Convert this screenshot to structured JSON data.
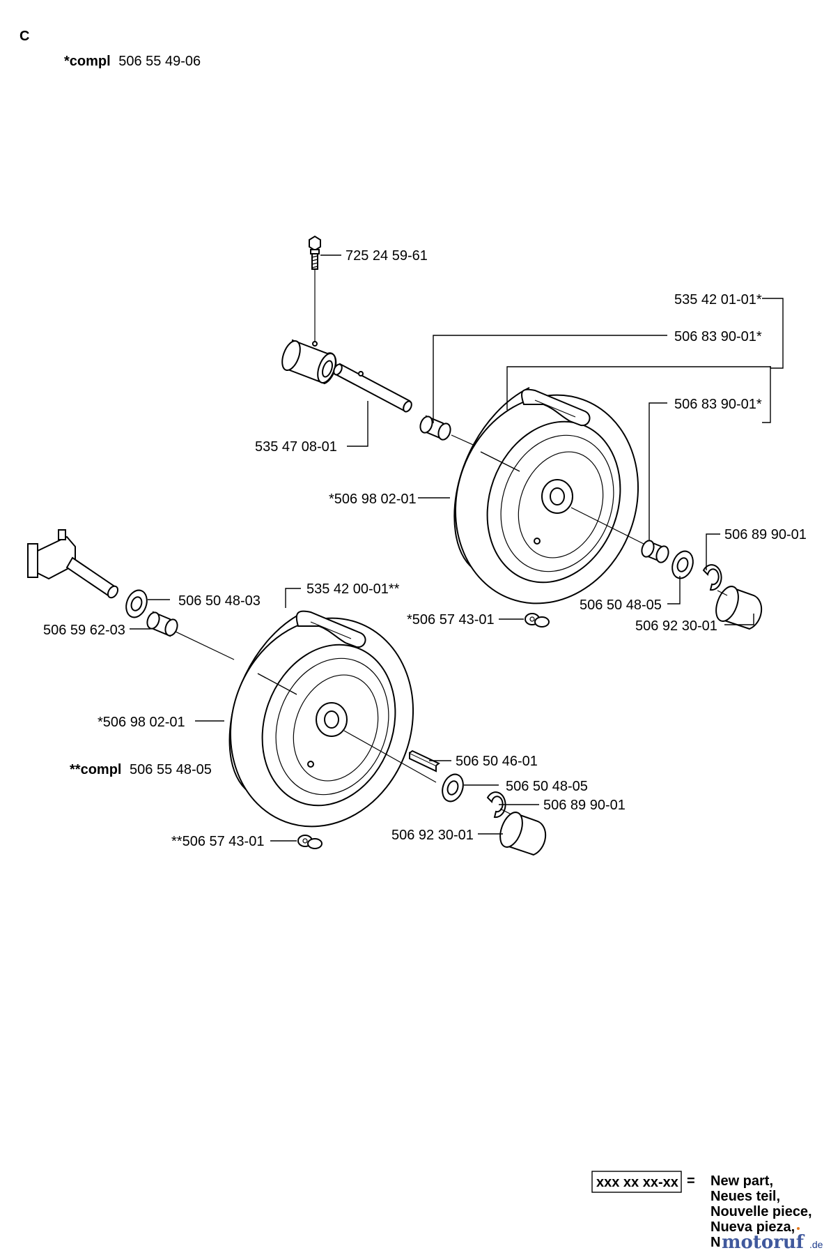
{
  "section_letter": "C",
  "assembly_1": {
    "prefix": "*compl",
    "number": "506 55 49-06"
  },
  "assembly_2": {
    "prefix": "**compl",
    "number": "506 55 48-05"
  },
  "labels": {
    "bolt": "725 24 59-61",
    "wheel_kit_right": "535 42 01-01*",
    "bushing_right_inner": "506 83 90-01*",
    "bushing_right_outer": "506 83 90-01*",
    "axle": "535 47 08-01",
    "wheel_right": "*506 98 02-01",
    "clip_right": "506 89 90-01",
    "washer_right": "506 50 48-05",
    "cap_right": "506 92 30-01",
    "valve_right": "*506 57 43-01",
    "wheel_kit_left": "535 42 00-01**",
    "washer_left_inner": "506 50 48-03",
    "spacer_left": "506 59 62-03",
    "wheel_left": "*506 98 02-01",
    "key_left": "506 50 46-01",
    "washer_left_outer": "506 50 48-05",
    "clip_left": "506 89 90-01",
    "cap_left": "506 92 30-01",
    "valve_left": "**506 57 43-01"
  },
  "legend": {
    "code": "xxx xx xx-xx",
    "equals": "=",
    "lines": [
      "New part,",
      "Neues teil,",
      "Nouvelle piece,",
      "Nueva pieza,",
      "N"
    ]
  },
  "watermark": {
    "text": "motoruf",
    "suffix": ".de"
  },
  "colors": {
    "ink": "#000000",
    "paper": "#ffffff",
    "watermark_blue": "#1e3c8c",
    "watermark_orange": "#e0781e"
  }
}
